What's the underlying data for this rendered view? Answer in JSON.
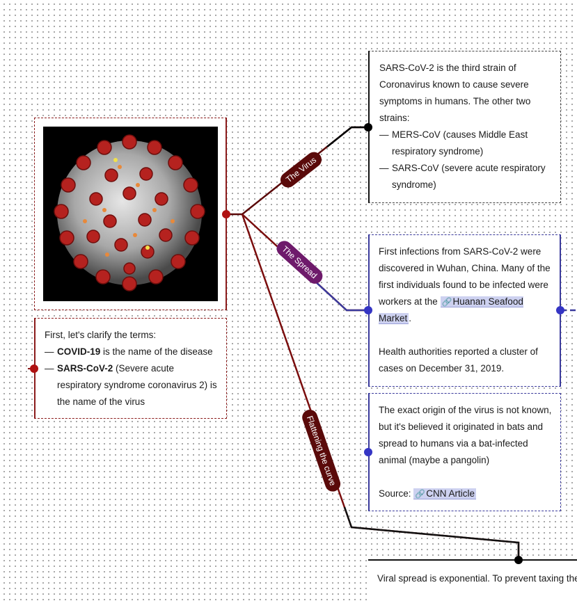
{
  "branches": {
    "virus": "The Virus",
    "spread": "The Spread",
    "flatten": "Flattening the curve"
  },
  "virus_card": {
    "intro": "SARS-CoV-2 is the third strain of Coronavirus known to cause severe symptoms in humans. The other two strains:",
    "items": [
      "MERS-CoV (causes Middle East respiratory syndrome)",
      "SARS-CoV (severe acute respiratory syndrome)"
    ]
  },
  "terms_card": {
    "intro": "First, let's clarify the terms:",
    "item1_bold": "COVID-19",
    "item1_rest": " is the name of the disease",
    "item2_bold": "SARS-CoV-2",
    "item2_rest": " (Severe acute respiratory syndrome coronavirus 2) is the name of the virus"
  },
  "spread_card": {
    "para1_before": "First infections from SARS-CoV-2 were discovered in Wuhan, China. Many of the first individuals found to be infected were workers at the ",
    "para1_link": "Huanan Seafood Market",
    "para1_after": ".",
    "para2": "Health authorities reported a cluster of cases on December 31, 2019."
  },
  "origin_card": {
    "para1": "The exact origin of the virus is not known, but it's believed it originated in bats and spread to humans via a bat-infected animal (maybe a pangolin)",
    "source_label": "Source: ",
    "source_link": "CNN Article"
  },
  "bottom_card": {
    "text": "Viral spread is exponential. To prevent taxing the"
  },
  "icons": {
    "link": "link-icon"
  },
  "colors": {
    "virus_branch": "#7a0d0d",
    "spread_branch": "#3a3a9c",
    "spread_pill": "#6e1a6b",
    "flatten_pill": "#5a0a0a",
    "node_red": "#b01212",
    "node_blue": "#3535c4"
  }
}
